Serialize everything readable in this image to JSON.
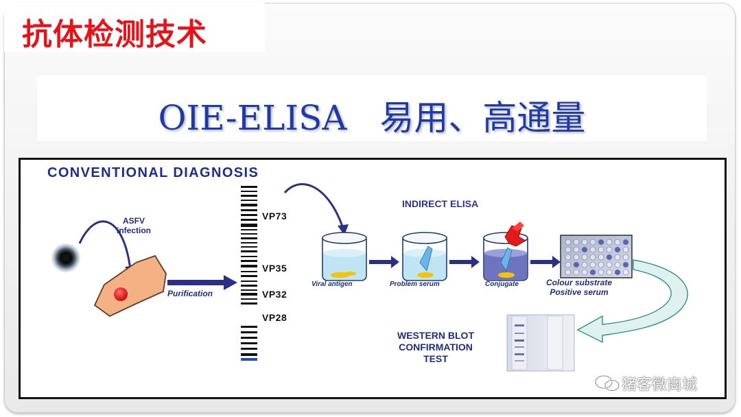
{
  "slide": {
    "title": "抗体检测技术",
    "banner": {
      "latin": "OIE-ELISA",
      "cjk": "易用、高通量"
    }
  },
  "diagram": {
    "heading": "CONVENTIONAL DIAGNOSIS",
    "asfv_label": [
      "ASFV",
      "infection"
    ],
    "purification_label": "Purification",
    "vp_labels": [
      "VP73",
      "VP35",
      "VP32",
      "VP28"
    ],
    "elisa_heading": "INDIRECT ELISA",
    "beaker_labels": [
      "Viral antigen",
      "Problem serum",
      "Conjugate"
    ],
    "result_labels": [
      "Colour substrate",
      "Positive serum"
    ],
    "western_blot_label": [
      "WESTERN BLOT",
      "CONFIRMATION",
      "TEST"
    ]
  },
  "watermark": "猪客微商城",
  "colors": {
    "title_red": "#e5141b",
    "banner_blue": "#1e3aa8",
    "arrow_navy": "#2b2f86",
    "cell_fill": "#f4b184",
    "nucleus_red": "#e31a1a",
    "liquid": "#bfe5f5",
    "antigen_yellow": "#f5c400",
    "curved_arrow_fill": "#dff2ef"
  }
}
